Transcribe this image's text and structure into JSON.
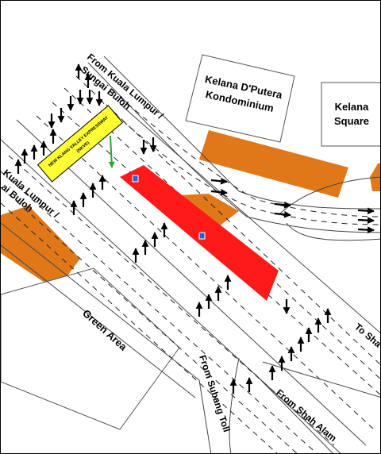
{
  "map": {
    "buildings": {
      "kelana_dputera_line1": "Kelana D'Putera",
      "kelana_dputera_line2": "Kondominium",
      "kelana_square_line1": "Kelana",
      "kelana_square_line2": "Square"
    },
    "areas": {
      "green_area": "Green Area"
    },
    "roads": {
      "from_kl_top_line1": "From Kuala Lumpur /",
      "from_kl_top_line2": "Sungai Buloh",
      "from_kl_left_line1": "Kuala Lumpur /",
      "from_kl_left_line2": "ai Buloh",
      "to_shah_alam": "To Sha",
      "from_subang_toll": "From Subang Toll",
      "from_shah_alam": "From Shah Alam"
    },
    "highway_sign": {
      "line1": "NEW KLANG VALLEY EXPRESSWAY",
      "line2": "(NKVE)"
    },
    "colors": {
      "building_fill": "#e0781a",
      "highlight_zone": "#ff1a1a",
      "highway_sign": "#ffff33",
      "arrow": "#000000",
      "green_arrow": "#2aa52a",
      "marker": "#2266cc"
    }
  }
}
